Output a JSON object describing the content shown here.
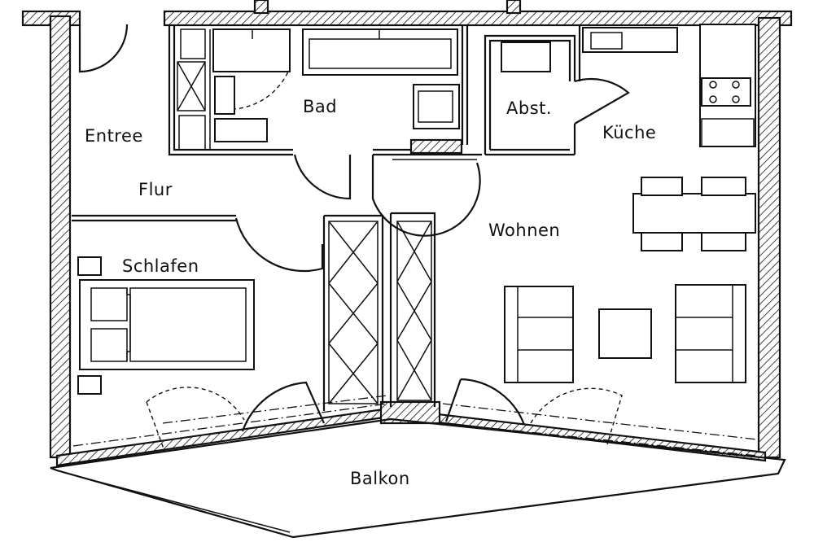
{
  "rooms": {
    "entree": "Entree",
    "bad": "Bad",
    "abst": "Abst.",
    "kueche": "Küche",
    "flur": "Flur",
    "wohnen": "Wohnen",
    "schlafen": "Schlafen",
    "balkon": "Balkon"
  },
  "colors": {
    "ink": "#111111",
    "background": "#ffffff"
  }
}
